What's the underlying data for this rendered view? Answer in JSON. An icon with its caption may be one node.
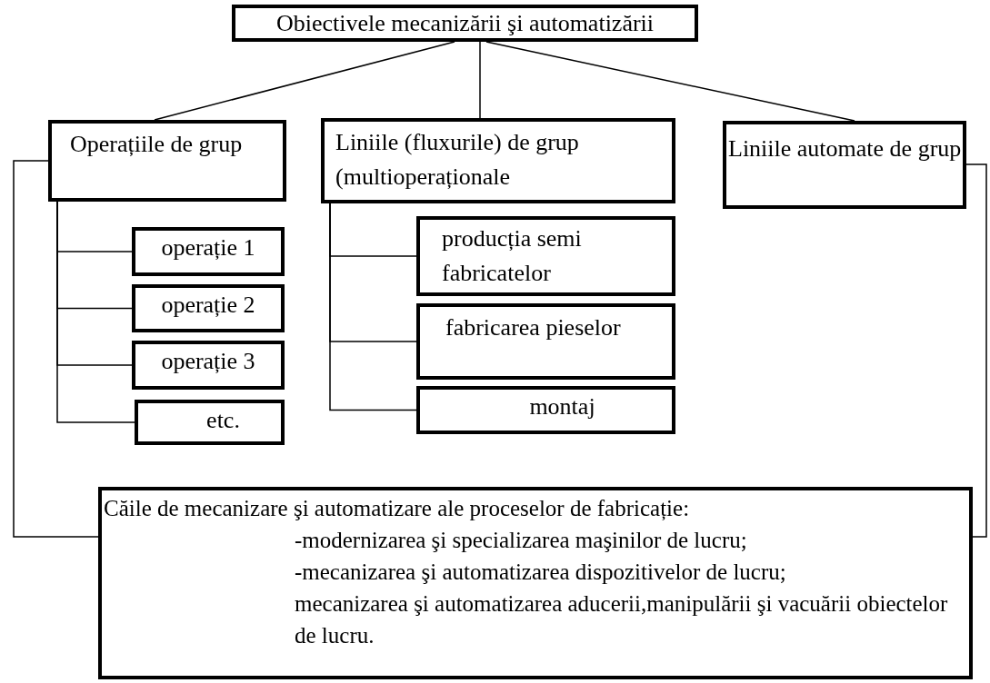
{
  "diagram": {
    "nodes": [
      {
        "text": [
          "Obiectivele mecanizării şi automatizării"
        ]
      },
      {
        "text": [
          "Operațiile de grup"
        ]
      },
      {
        "text": [
          "Liniile (fluxurile) de grup (multioperaționale"
        ]
      },
      {
        "text": [
          "Liniile automate de grup"
        ]
      },
      {
        "text": [
          "operație 1"
        ]
      },
      {
        "text": [
          "operație 2"
        ]
      },
      {
        "text": [
          "operație 3"
        ]
      },
      {
        "text": [
          "etc."
        ]
      },
      {
        "text": [
          "producția semi fabricatelor"
        ]
      },
      {
        "text": [
          "fabricarea pieselor"
        ]
      },
      {
        "text": [
          "montaj"
        ]
      },
      {
        "text": [
          "Căile de mecanizare şi automatizare ale proceselor de fabricație:",
          "-modernizarea şi specializarea maşinilor de lucru;",
          "-mecanizarea şi automatizarea dispozitivelor de lucru;",
          "mecanizarea şi automatizarea aducerii,manipulării şi vacuării obiectelor de lucru."
        ]
      }
    ],
    "edges": [
      {
        "from": 0,
        "to": 1,
        "arrow": "none"
      },
      {
        "from": 0,
        "to": 2,
        "arrow": "none"
      },
      {
        "from": 0,
        "to": 3,
        "arrow": "none"
      },
      {
        "from": 1,
        "to": 4,
        "arrow": "none"
      },
      {
        "from": 1,
        "to": 5,
        "arrow": "none"
      },
      {
        "from": 1,
        "to": 6,
        "arrow": "none"
      },
      {
        "from": 1,
        "to": 7,
        "arrow": "none"
      },
      {
        "from": 2,
        "to": 8,
        "arrow": "none"
      },
      {
        "from": 2,
        "to": 9,
        "arrow": "none"
      },
      {
        "from": 2,
        "to": 10,
        "arrow": "none"
      },
      {
        "from": 1,
        "to": 11,
        "arrow": "none"
      },
      {
        "from": 3,
        "to": 11,
        "arrow": "none"
      }
    ]
  }
}
